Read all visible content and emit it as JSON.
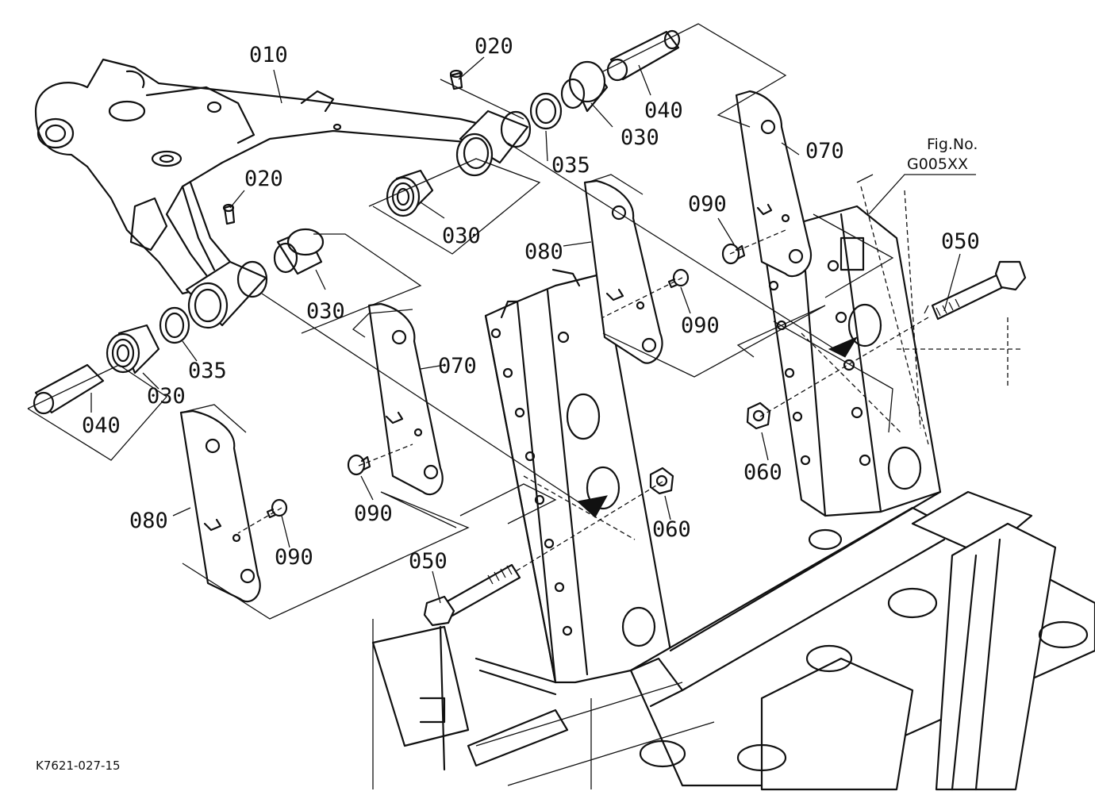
{
  "figure": {
    "fig_label": "Fig.No.",
    "fig_number": "G005XX",
    "drawing_ref": "K7621-027-15"
  },
  "callouts": [
    {
      "key": "c010",
      "text": "010"
    },
    {
      "key": "c020a",
      "text": "020"
    },
    {
      "key": "c020b",
      "text": "020"
    },
    {
      "key": "c030a",
      "text": "030"
    },
    {
      "key": "c030b",
      "text": "030"
    },
    {
      "key": "c030c",
      "text": "030"
    },
    {
      "key": "c030d",
      "text": "030"
    },
    {
      "key": "c035a",
      "text": "035"
    },
    {
      "key": "c035b",
      "text": "035"
    },
    {
      "key": "c040a",
      "text": "040"
    },
    {
      "key": "c040b",
      "text": "040"
    },
    {
      "key": "c050a",
      "text": "050"
    },
    {
      "key": "c050b",
      "text": "050"
    },
    {
      "key": "c060a",
      "text": "060"
    },
    {
      "key": "c060b",
      "text": "060"
    },
    {
      "key": "c070a",
      "text": "070"
    },
    {
      "key": "c070b",
      "text": "070"
    },
    {
      "key": "c080a",
      "text": "080"
    },
    {
      "key": "c080b",
      "text": "080"
    },
    {
      "key": "c090a",
      "text": "090"
    },
    {
      "key": "c090b",
      "text": "090"
    },
    {
      "key": "c090c",
      "text": "090"
    },
    {
      "key": "c090d",
      "text": "090"
    }
  ]
}
